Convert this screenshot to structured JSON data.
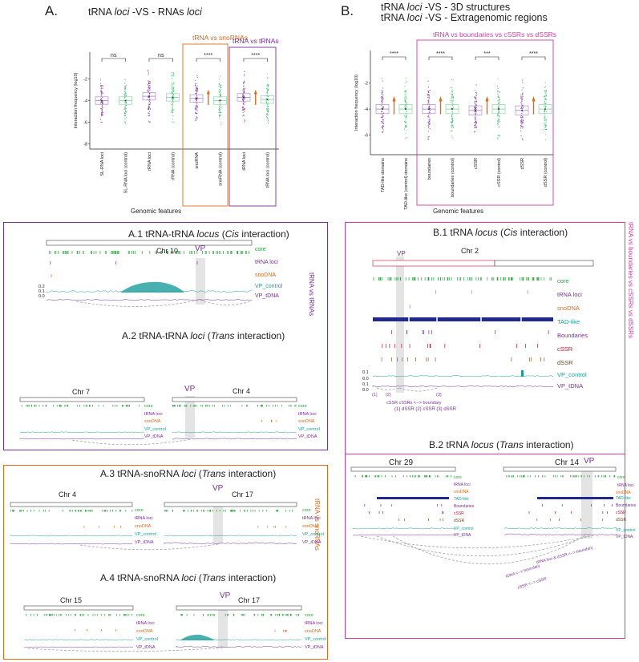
{
  "panelA": {
    "letter": "A.",
    "title_parts": [
      "tRNA ",
      "loci",
      " -VS - RNAs ",
      "loci"
    ],
    "group_snorna": "tRNA vs snoRNAs",
    "group_trna": "tRNA vs tRNAs",
    "ylabel": "Interaction frequency (log10)",
    "xlabel": "Genomic features",
    "yticks": [
      "-2",
      "-4",
      "-6",
      "-8"
    ],
    "categories": [
      "SL-RNA loci",
      "SL-RNA loci (control)",
      "rRNA loci",
      "rRNA (control)",
      "snoRNA",
      "snoRNA (control)",
      "tRNA loci",
      "tRNA loci (control)"
    ],
    "sig": [
      "ns",
      "ns",
      "****",
      "****"
    ]
  },
  "panelB": {
    "letter": "B.",
    "title_line1_parts": [
      "tRNA ",
      "loci",
      " -VS - 3D structures"
    ],
    "title_line2_parts": [
      "tRNA ",
      "loci",
      " -VS - Extragenomic regions"
    ],
    "group_label": "tRNA vs boundaries vs cSSRs vs dSSRs",
    "ylabel": "Interaction frequency (log10)",
    "xlabel": "Genomic features",
    "yticks": [
      "-2",
      "-4",
      "-6"
    ],
    "categories": [
      "TAD-like domains",
      "TAD-like (control) domains",
      "boundaries",
      "boundaries (control)",
      "cSSR",
      "cSSR (control)",
      "dSSR",
      "dSSR (control)"
    ],
    "sig": [
      "****",
      "****",
      "***",
      "****"
    ]
  },
  "A1": {
    "title_pre": "A.1 tRNA-tRNA ",
    "title_it": "locus",
    "title_mid": " (",
    "title_it2": "Cis",
    "title_post": " interaction)",
    "chr": "Chr 10",
    "vp": "VP",
    "side": "tRNA vs tRNAs",
    "tracks": [
      "core",
      "tRNA loci",
      "snoDNA",
      "VP_control",
      "VP_tDNA"
    ],
    "yvals": [
      "0.2",
      "0.1",
      "0.0"
    ]
  },
  "A2": {
    "title_pre": "A.2 tRNA-tRNA ",
    "title_it": "loci",
    "title_mid": " (",
    "title_it2": "Trans",
    "title_post": " interaction)",
    "chr_left": "Chr 7",
    "chr_right": "Chr 4",
    "vp": "VP",
    "tracks": [
      "core",
      "tRNA loci",
      "snoDNA",
      "VP_control",
      "VP_tDNA"
    ]
  },
  "A3": {
    "title_pre": "A.3 tRNA-snoRNA ",
    "title_it": "loci",
    "title_mid": " (",
    "title_it2": "Trans",
    "title_post": "  interaction)",
    "chr_left": "Chr 4",
    "chr_right": "Chr 17",
    "vp": "VP",
    "side": "tRNA vs snoRNAs",
    "tracks": [
      "core",
      "tRNA loci",
      "snoDNA",
      "VP_control",
      "VP_tDNA"
    ]
  },
  "A4": {
    "title_pre": "A.4 tRNA-snoRNA ",
    "title_it": "loci",
    "title_mid": " (",
    "title_it2": "Trans",
    "title_post": " interaction)",
    "chr_left": "Chr 15",
    "chr_right": "Chr 17",
    "vp": "VP",
    "tracks": [
      "core",
      "tRNA loci",
      "snoDNA",
      "VP_control",
      "VP_tDNA"
    ]
  },
  "B1": {
    "title_pre": "B.1 tRNA ",
    "title_it": "locus",
    "title_mid": " (",
    "title_it2": "Cis",
    "title_post": " interaction)",
    "chr": "Chr 2",
    "vp": "VP",
    "side": "tRNA vs boundaries vs cSSRs vs dSSRs",
    "tracks": [
      "core",
      "tRNA loci",
      "snoDNA",
      "TAD-like",
      "Boundaries",
      "cSSR",
      "dSSR",
      "VP_control",
      "VP_tDNA"
    ],
    "yvals": [
      "0.1",
      "0.0",
      "0.1",
      "0.0"
    ],
    "annot_line1": "cSSR cSSRs <--> boundary",
    "annot_line2": "(1) dSSR (2) cSSR (3) dSSR",
    "markers": [
      "(1)",
      "(2)",
      "(3)"
    ]
  },
  "B2": {
    "title_pre": "B.2 tRNA ",
    "title_it": "locus",
    "title_mid": " (",
    "title_it2": "Trans",
    "title_post": " interaction)",
    "chr_left": "Chr 29",
    "chr_right": "Chr 14",
    "vp": "VP",
    "tracks_left": [
      "core",
      "tRNA loci",
      "snoDNA",
      "TAD-like",
      "Boundaries",
      "cSSR",
      "dSSR",
      "VP_control",
      "VP_tDNA"
    ],
    "tracks_right": [
      "core",
      "tRNA loci",
      "snoDNA",
      "TAD-like",
      "Boundaries",
      "cSSR",
      "dSSR",
      "VP_control",
      "VP_tDNA"
    ],
    "arc_labels": [
      "tRNA loci & dSSR <--> boundary",
      "tDNA <--> boundary",
      "cSSR <--> cSSR"
    ]
  },
  "colors": {
    "purple": "#7b2f9b",
    "orange": "#e06a1b",
    "pink": "#d23ea3",
    "green": "#2e9e3e",
    "teal": "#1a9e9b",
    "navy": "#1f2a8a",
    "red": "#c8102e"
  }
}
